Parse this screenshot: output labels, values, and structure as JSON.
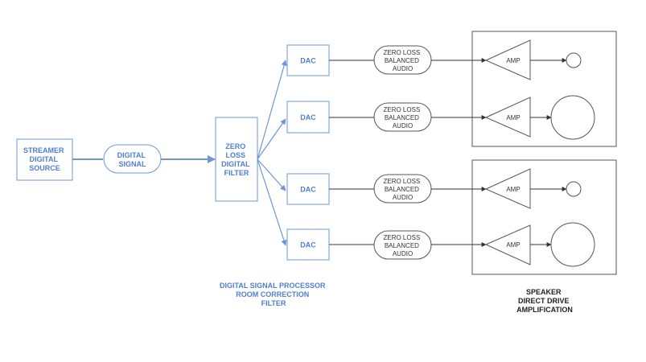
{
  "source": {
    "lines": [
      "STREAMER",
      "DIGITAL",
      "SOURCE"
    ]
  },
  "digital_signal": {
    "lines": [
      "DIGITAL",
      "SIGNAL"
    ]
  },
  "filter": {
    "lines": [
      "ZERO",
      "LOSS",
      "DIGITAL",
      "FILTER"
    ]
  },
  "dsp_caption": {
    "lines": [
      "DIGITAL SIGNAL PROCESSOR",
      "ROOM CORRECTION",
      "FILTER"
    ]
  },
  "speaker_caption": {
    "lines": [
      "SPEAKER",
      "DIRECT DRIVE",
      "AMPLIFICATION"
    ]
  },
  "channels": [
    {
      "dac": "DAC",
      "audio_lines": [
        "ZERO LOSS",
        "BALANCED",
        "AUDIO"
      ],
      "amp": "AMP",
      "driver": "small"
    },
    {
      "dac": "DAC",
      "audio_lines": [
        "ZERO LOSS",
        "BALANCED",
        "AUDIO"
      ],
      "amp": "AMP",
      "driver": "large"
    },
    {
      "dac": "DAC",
      "audio_lines": [
        "ZERO LOSS",
        "BALANCED",
        "AUDIO"
      ],
      "amp": "AMP",
      "driver": "small"
    },
    {
      "dac": "DAC",
      "audio_lines": [
        "ZERO LOSS",
        "BALANCED",
        "AUDIO"
      ],
      "amp": "AMP",
      "driver": "large"
    }
  ],
  "colors": {
    "accent_blue": "#6e95d6",
    "text_blue": "#4f7fcf",
    "line_dark": "#333333",
    "background": "#ffffff"
  }
}
